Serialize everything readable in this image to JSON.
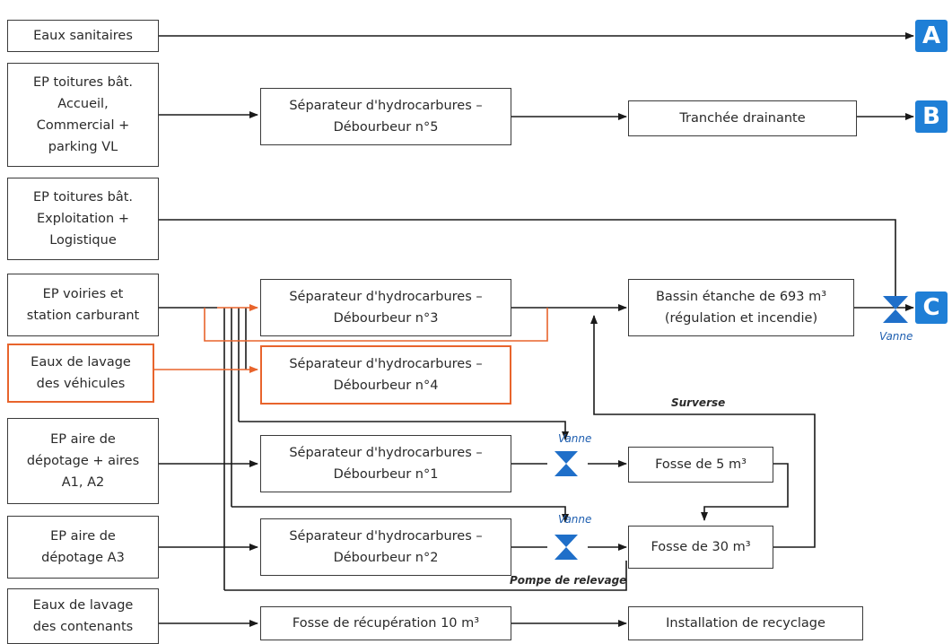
{
  "sources": {
    "eaux_sanitaires": [
      "Eaux sanitaires"
    ],
    "ep_toitures_accueil": [
      "EP toitures bât.",
      "Accueil,",
      "Commercial +",
      "parking VL"
    ],
    "ep_toitures_exploitation": [
      "EP toitures bât.",
      "Exploitation +",
      "Logistique"
    ],
    "ep_voiries": [
      "EP voiries et",
      "station carburant"
    ],
    "eaux_lavage_vehicules": [
      "Eaux de lavage",
      "des véhicules"
    ],
    "ep_aire_depotage_a1a2": [
      "EP aire de",
      "dépotage + aires",
      "A1, A2"
    ],
    "ep_aire_depotage_a3": [
      "EP aire de",
      "dépotage A3"
    ],
    "eaux_lavage_contenants": [
      "Eaux de lavage",
      "des contenants"
    ]
  },
  "separators": {
    "n5": [
      "Séparateur d'hydrocarbures –",
      "Débourbeur n°5"
    ],
    "n3": [
      "Séparateur d'hydrocarbures –",
      "Débourbeur n°3"
    ],
    "n4": [
      "Séparateur d'hydrocarbures –",
      "Débourbeur n°4"
    ],
    "n1": [
      "Séparateur d'hydrocarbures –",
      "Débourbeur n°1"
    ],
    "n2": [
      "Séparateur d'hydrocarbures –",
      "Débourbeur n°2"
    ]
  },
  "treatments": {
    "tranchee": [
      "Tranchée drainante"
    ],
    "bassin": [
      "Bassin étanche de 693 m³",
      "(régulation et incendie)"
    ],
    "fosse_5": [
      "Fosse de 5 m³"
    ],
    "fosse_30": [
      "Fosse de 30 m³"
    ],
    "fosse_recuperation": [
      "Fosse de récupération 10 m³"
    ],
    "recyclage": [
      "Installation de recyclage"
    ]
  },
  "outlets": {
    "a": "A",
    "b": "B",
    "c": "C"
  },
  "labels": {
    "vanne": "Vanne",
    "surverse": "Surverse",
    "pompe": "Pompe de relevage"
  },
  "colors": {
    "line": "#1a1a1a",
    "orange": "#e8642c",
    "blue": "#1f7fd6",
    "valve": "#1f6fc9"
  }
}
